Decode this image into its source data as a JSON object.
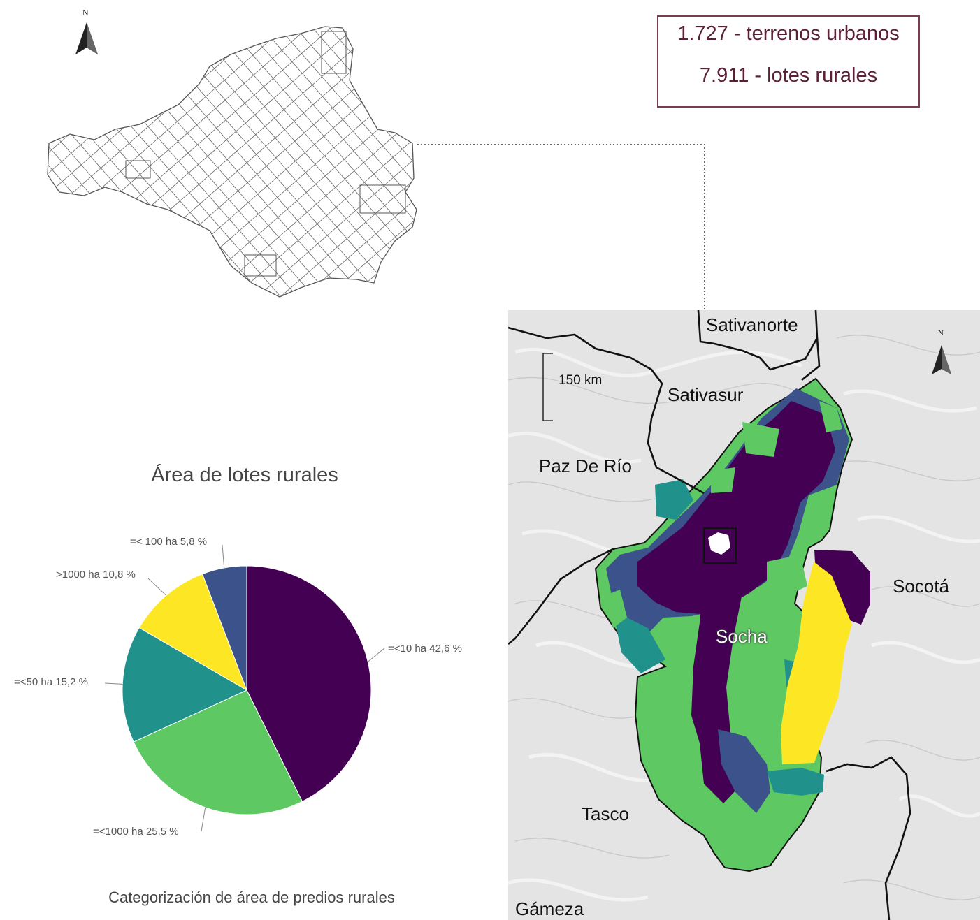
{
  "stats": {
    "urban": "1.727 - terrenos urbanos",
    "rural": "7.911 - lotes rurales"
  },
  "urban_inset": {
    "north_label": "N"
  },
  "chart_data": {
    "type": "pie",
    "title": "Área de lotes rurales",
    "caption": "Categorización de área de predios rurales",
    "slices": [
      {
        "label": "=<10 ha 42,6 %",
        "value": 42.6,
        "color": "#440154"
      },
      {
        "label": "=<1000 ha 25,5 %",
        "value": 25.5,
        "color": "#5ec962"
      },
      {
        "label": "=<50 ha 15,2 %",
        "value": 15.2,
        "color": "#21918c"
      },
      {
        "label": ">1000 ha 10,8 %",
        "value": 10.8,
        "color": "#fde725"
      },
      {
        "label": "=< 100 ha 5,8 %",
        "value": 5.8,
        "color": "#3b528b"
      }
    ]
  },
  "map": {
    "north_label": "N",
    "scale_label": "150 km",
    "places": {
      "sativanorte": "Sativanorte",
      "sativasur": "Sativasur",
      "paz_de_rio": "Paz De Río",
      "socota": "Socotá",
      "socha": "Socha",
      "tasco": "Tasco",
      "gameza": "Gámeza"
    },
    "colors": {
      "lt10": "#440154",
      "lt100": "#3b528b",
      "lt50": "#21918c",
      "lt1000": "#5ec962",
      "gt1000": "#fde725"
    }
  }
}
